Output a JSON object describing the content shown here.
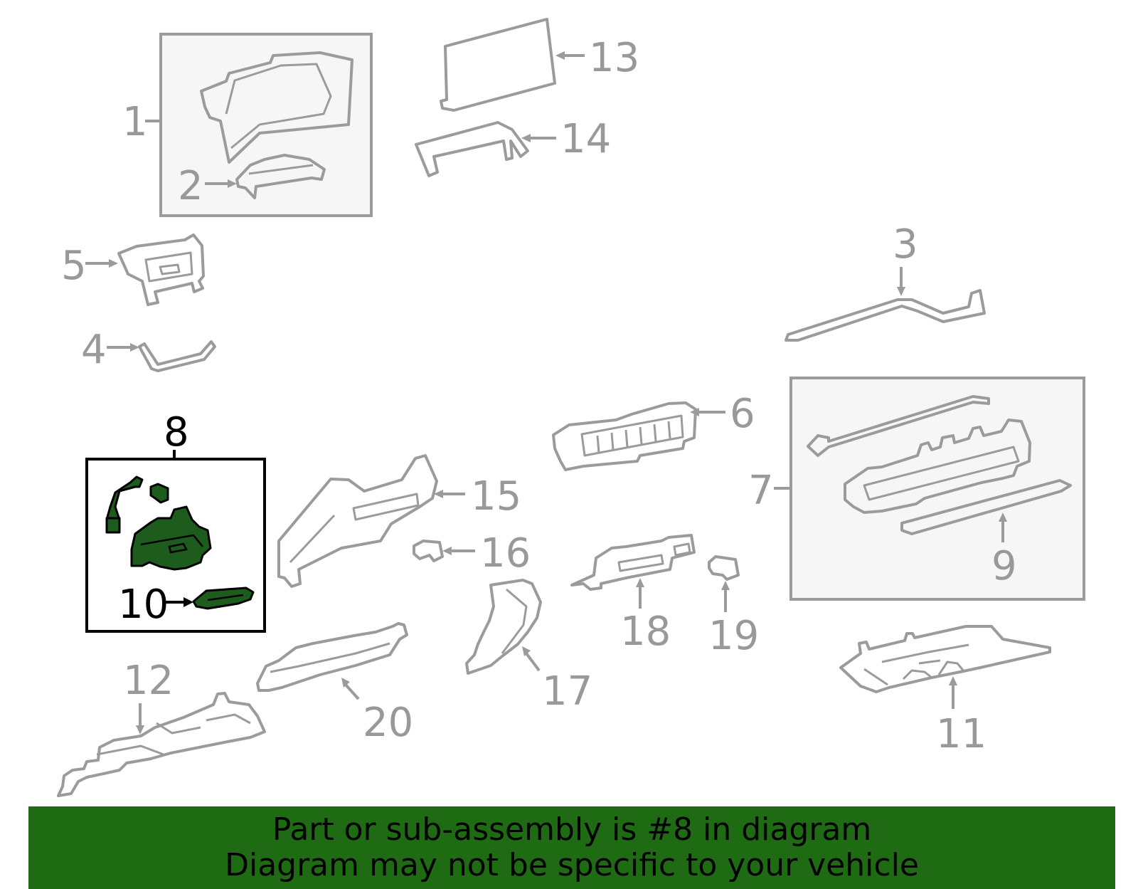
{
  "diagram": {
    "callouts": {
      "c1": "1",
      "c2": "2",
      "c3": "3",
      "c4": "4",
      "c5": "5",
      "c6": "6",
      "c7": "7",
      "c8": "8",
      "c9": "9",
      "c10": "10",
      "c11": "11",
      "c12": "12",
      "c13": "13",
      "c14": "14",
      "c15": "15",
      "c16": "16",
      "c17": "17",
      "c18": "18",
      "c19": "19",
      "c20": "20"
    },
    "highlighted_part": "8",
    "colors": {
      "highlight_fill": "#1e5c1e",
      "part_stroke": "#9b9b9b",
      "banner_bg": "#1f6b14"
    }
  },
  "banner": {
    "line1": "Part or sub-assembly is #8 in diagram",
    "line2": "Diagram may not be specific to your vehicle"
  }
}
